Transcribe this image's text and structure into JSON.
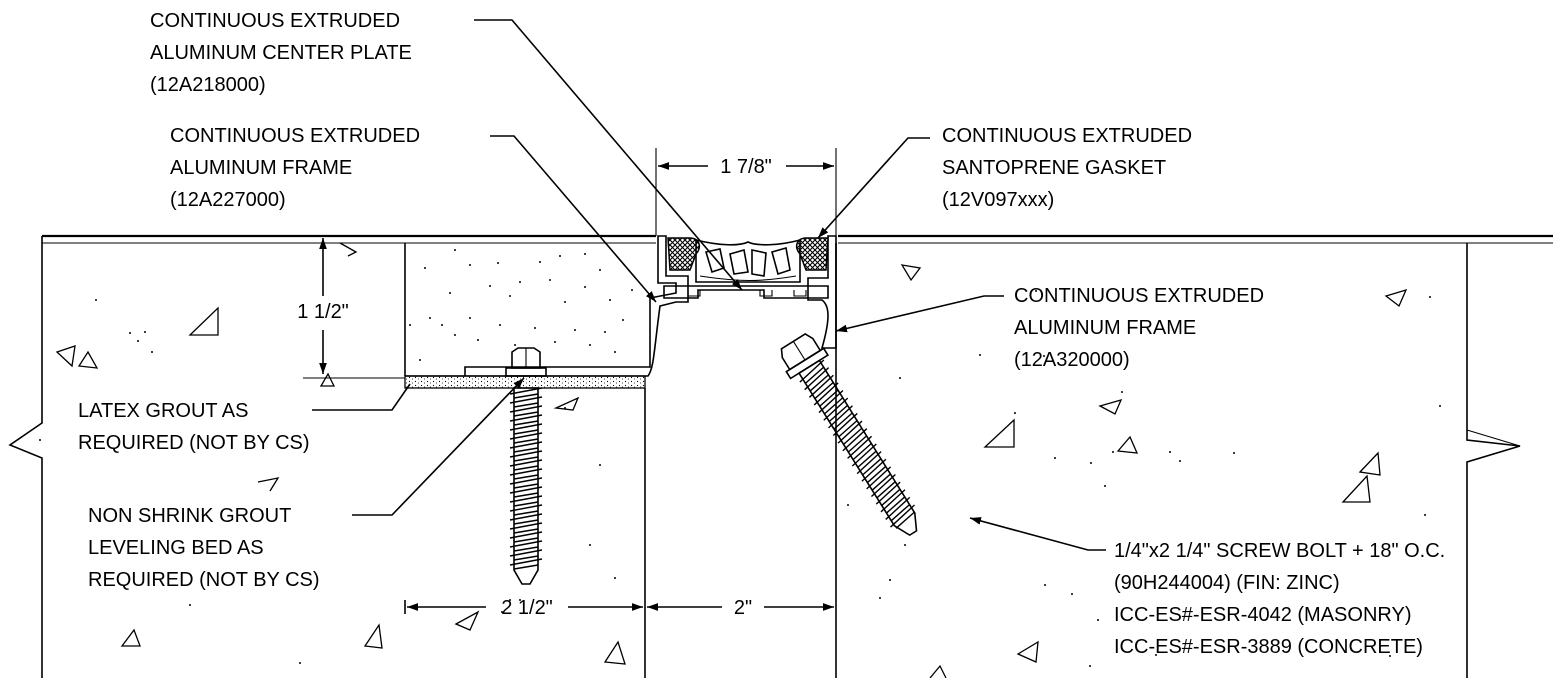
{
  "callouts": {
    "center_plate": [
      "CONTINUOUS EXTRUDED",
      "ALUMINUM CENTER PLATE",
      "(12A218000)"
    ],
    "frame_left": [
      "CONTINUOUS EXTRUDED",
      "ALUMINUM  FRAME",
      "(12A227000)"
    ],
    "gasket": [
      "CONTINUOUS EXTRUDED",
      "SANTOPRENE GASKET",
      "(12V097xxx)"
    ],
    "frame_right": [
      "CONTINUOUS EXTRUDED",
      "ALUMINUM  FRAME",
      "(12A320000)"
    ],
    "latex_grout": [
      "LATEX GROUT AS",
      "REQUIRED (NOT BY CS)"
    ],
    "nonshrink_grout": [
      "NON SHRINK GROUT",
      "LEVELING BED AS",
      "REQUIRED (NOT BY CS)"
    ],
    "screw_bolt": [
      "1/4\"x2 1/4\" SCREW BOLT + 18\" O.C.",
      "(90H244004) (FIN: ZINC)",
      "ICC-ES#-ESR-4042 (MASONRY)",
      "ICC-ES#-ESR-3889 (CONCRETE)"
    ]
  },
  "dimensions": {
    "gap_width": "1 7/8\"",
    "frame_height": "1 1/2\"",
    "block_width": "2 1/2\"",
    "joint_width": "2\""
  }
}
